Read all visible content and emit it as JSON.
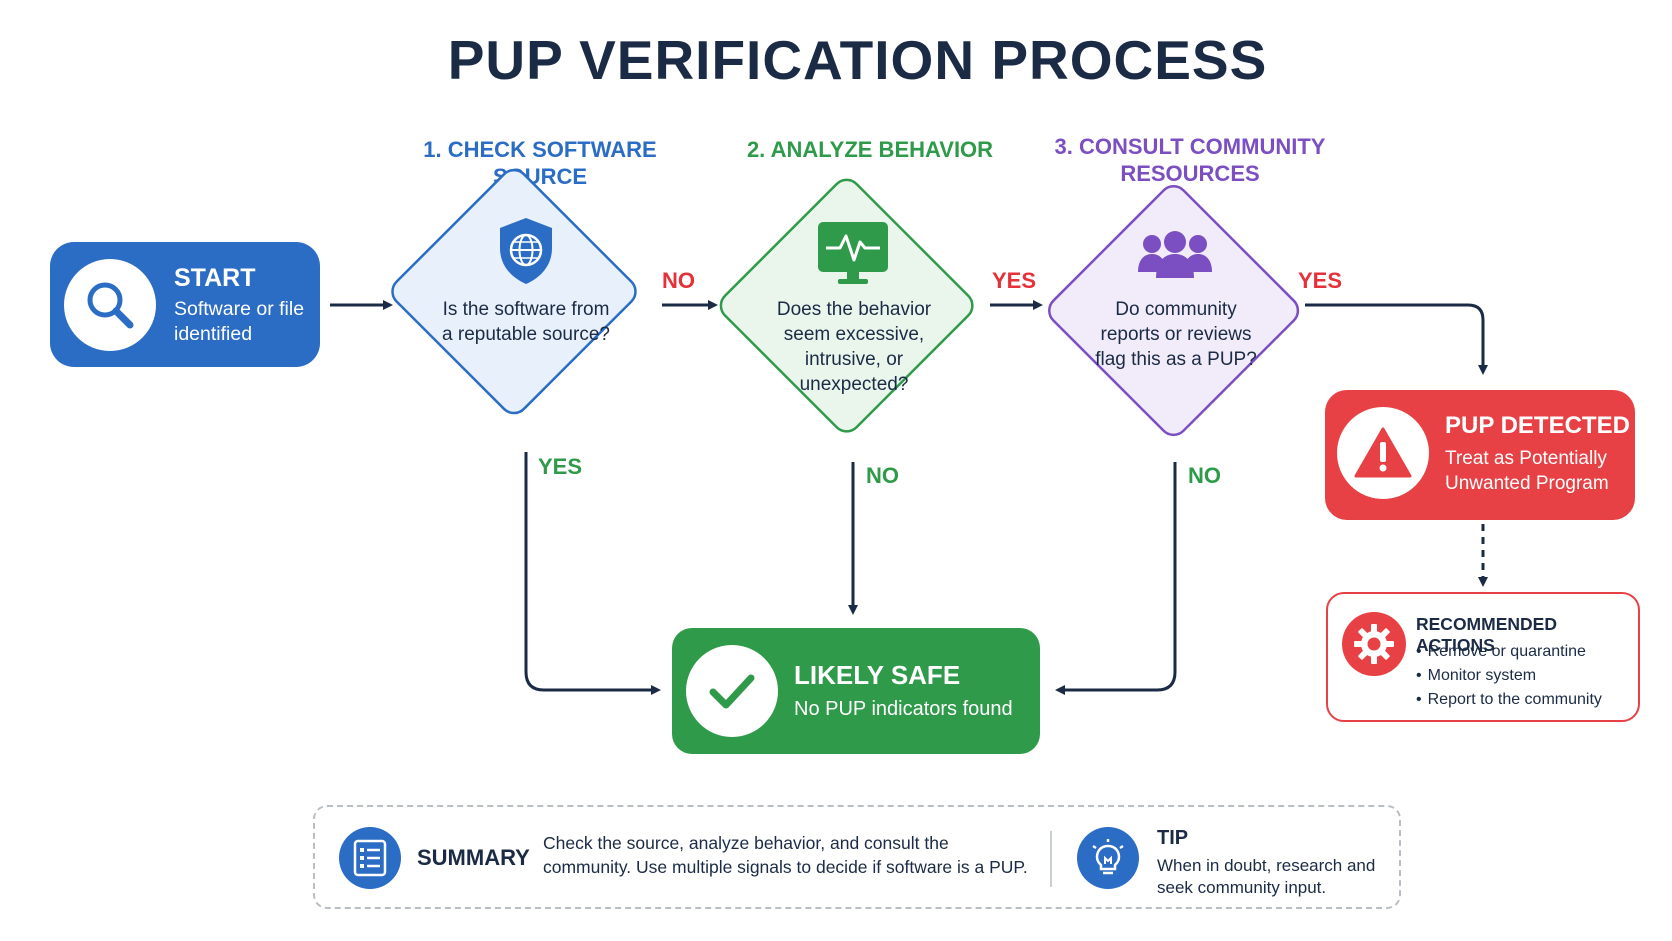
{
  "title": "PUP VERIFICATION PROCESS",
  "steps": {
    "step1": "1. CHECK SOFTWARE SOURCE",
    "step2": "2. ANALYZE BEHAVIOR",
    "step3": "3. CONSULT COMMUNITY RESOURCES"
  },
  "start": {
    "title": "START",
    "subtitle": "Software or file identified",
    "icon": "search-icon"
  },
  "decisions": [
    {
      "question": "Is the software from a reputable source?",
      "icon": "shield-globe-icon",
      "color": "#2b6cc4"
    },
    {
      "question": "Does the behavior seem excessive, intrusive, or unexpected?",
      "icon": "monitor-pulse-icon",
      "color": "#2e9a4a"
    },
    {
      "question": "Do community reports or reviews flag this as a PUP?",
      "icon": "community-icon",
      "color": "#7b4fc2"
    }
  ],
  "edge_labels": {
    "d1_right": "NO",
    "d1_down": "YES",
    "d2_right": "YES",
    "d2_down": "NO",
    "d3_right": "YES",
    "d3_down": "NO"
  },
  "safe": {
    "title": "LIKELY SAFE",
    "subtitle": "No PUP indicators found",
    "icon": "checkmark-icon"
  },
  "pup": {
    "title": "PUP DETECTED",
    "subtitle": "Treat as Potentially Unwanted Program",
    "icon": "warning-icon"
  },
  "actions": {
    "title": "RECOMMENDED ACTIONS",
    "items": [
      "Remove or quarantine",
      "Monitor system",
      "Report to the community"
    ],
    "icon": "gear-icon"
  },
  "summary": {
    "heading": "SUMMARY",
    "text": "Check the source, analyze behavior, and consult the community. Use multiple signals to decide if software is a PUP.",
    "icon": "checklist-icon"
  },
  "tip": {
    "heading": "TIP",
    "text": "When in doubt, research and seek community input.",
    "icon": "lightbulb-icon"
  },
  "colors": {
    "blue": "#2b6cc4",
    "green": "#2e9a4a",
    "purple": "#7b4fc2",
    "red": "#e84145",
    "dark": "#1b2b45"
  }
}
